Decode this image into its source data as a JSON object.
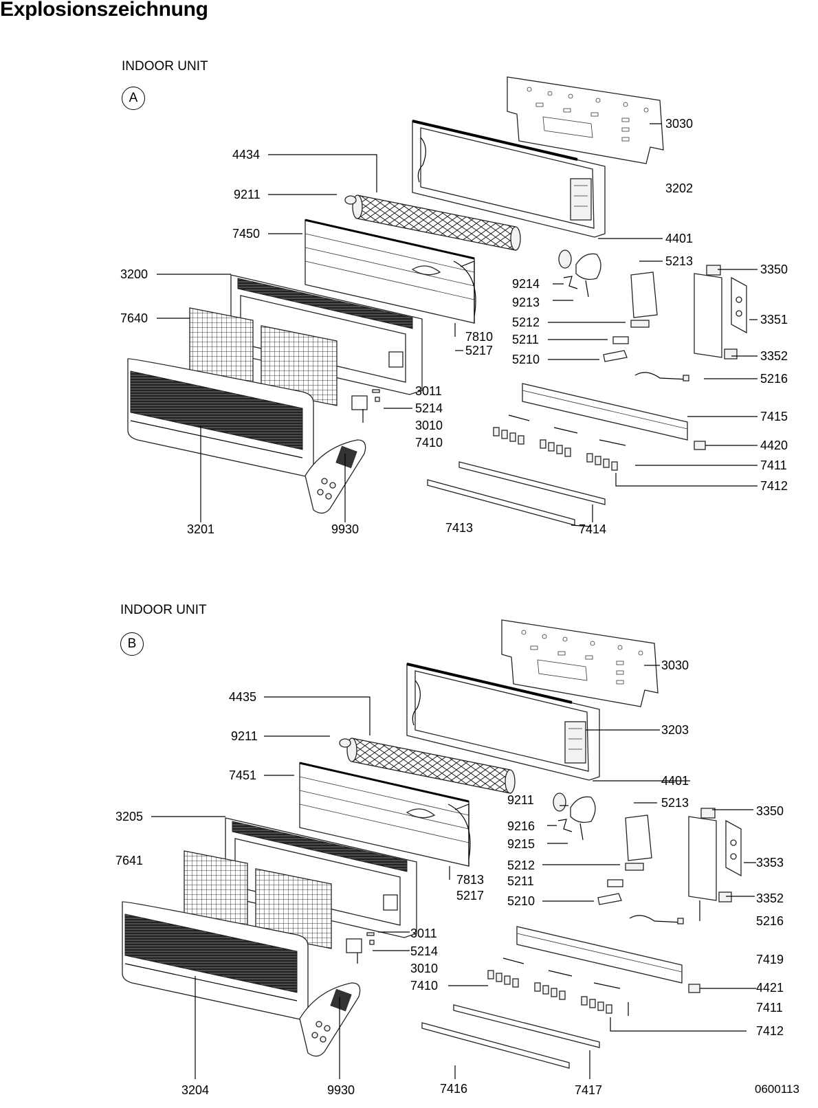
{
  "title": "Explosionszeichnung",
  "document_id": "0600113",
  "sections": [
    {
      "heading": "INDOOR UNIT",
      "marker": "A",
      "labels": [
        "3030",
        "4434",
        "3202",
        "9211",
        "7450",
        "4401",
        "5213",
        "3350",
        "3200",
        "9214",
        "9213",
        "3351",
        "7640",
        "5212",
        "7810",
        "5211",
        "5217",
        "5210",
        "3352",
        "5216",
        "3011",
        "5214",
        "3010",
        "7410",
        "7415",
        "4420",
        "7411",
        "7412",
        "3201",
        "9930",
        "7413",
        "7414"
      ]
    },
    {
      "heading": "INDOOR UNIT",
      "marker": "B",
      "labels": [
        "3030",
        "4435",
        "3203",
        "9211",
        "7451",
        "4401",
        "9211",
        "5213",
        "3350",
        "3205",
        "9216",
        "9215",
        "3353",
        "7641",
        "5212",
        "7813",
        "5211",
        "5217",
        "5210",
        "3352",
        "5216",
        "3011",
        "5214",
        "3010",
        "7419",
        "7410",
        "4421",
        "7411",
        "7412",
        "3204",
        "9930",
        "7416",
        "7417"
      ]
    }
  ]
}
